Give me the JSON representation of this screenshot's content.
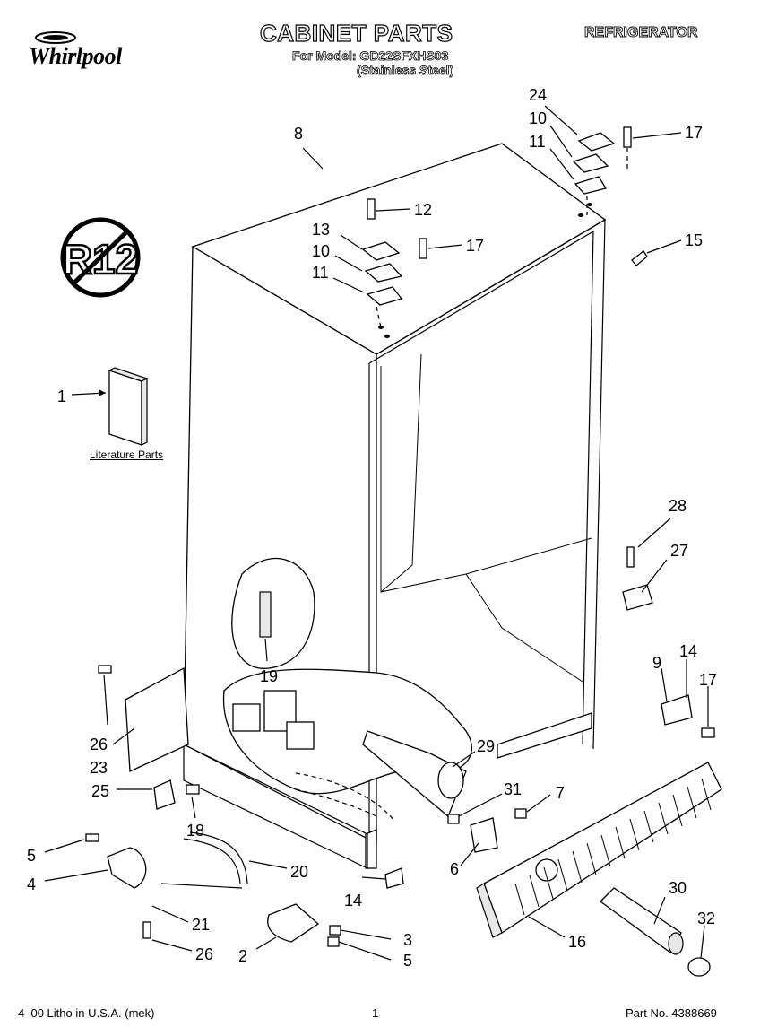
{
  "header": {
    "brand": "Whirlpool",
    "title": "CABINET PARTS",
    "model_line": "For Model: GD22SFXHS03",
    "variant": "(Stainless Steel)",
    "category": "REFRIGERATOR"
  },
  "badge": {
    "text": "R12"
  },
  "literature": {
    "label": "Literature Parts"
  },
  "callouts": [
    "1",
    "2",
    "3",
    "4",
    "5",
    "5",
    "6",
    "7",
    "8",
    "9",
    "10",
    "10",
    "11",
    "11",
    "12",
    "13",
    "14",
    "14",
    "15",
    "16",
    "17",
    "17",
    "17",
    "18",
    "19",
    "20",
    "21",
    "23",
    "24",
    "25",
    "26",
    "26",
    "27",
    "28",
    "29",
    "30",
    "31",
    "32"
  ],
  "footer": {
    "left": "4–00 Litho in U.S.A. (mek)",
    "page": "1",
    "part_no": "Part No. 4388669"
  }
}
